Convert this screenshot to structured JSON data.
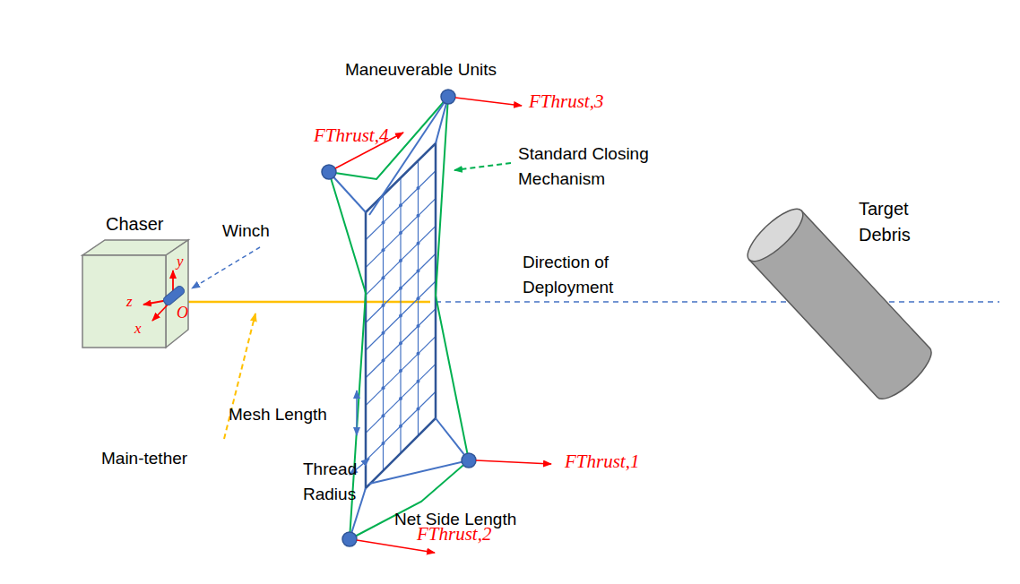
{
  "diagram": {
    "nodes": [
      {
        "text": [
          "Chaser"
        ]
      },
      {
        "text": [
          "Target Debris"
        ]
      }
    ],
    "labels": [
      "Maneuverable Units",
      "FThrust,3",
      "FThrust,4",
      "Standard Closing Mechanism",
      "Winch",
      "y",
      "z",
      "x",
      "O",
      "Direction of Deployment",
      "Mesh Length",
      "Thread Radius",
      "Net Side Length",
      "Main-tether",
      "FThrust,1",
      "FThrust,2"
    ]
  }
}
